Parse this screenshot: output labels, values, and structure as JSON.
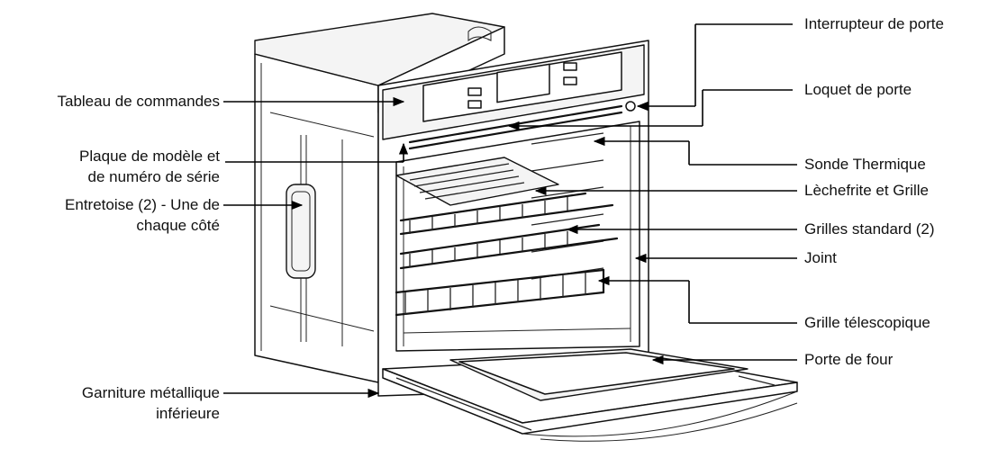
{
  "labels": {
    "tableau": "Tableau de commandes",
    "plaque_1": "Plaque de modèle et",
    "plaque_2": "de numéro de série",
    "entretoise_1": "Entretoise (2) - Une de",
    "entretoise_2": "chaque côté",
    "garniture_1": "Garniture métallique",
    "garniture_2": "inférieure",
    "interrupteur": "Interrupteur de porte",
    "loquet": "Loquet de porte",
    "sonde": "Sonde Thermique",
    "lechefrite": "Lèchefrite et Grille",
    "grilles": "Grilles standard (2)",
    "joint": "Joint",
    "telescopique": "Grille télescopique",
    "porte": "Porte de four"
  }
}
